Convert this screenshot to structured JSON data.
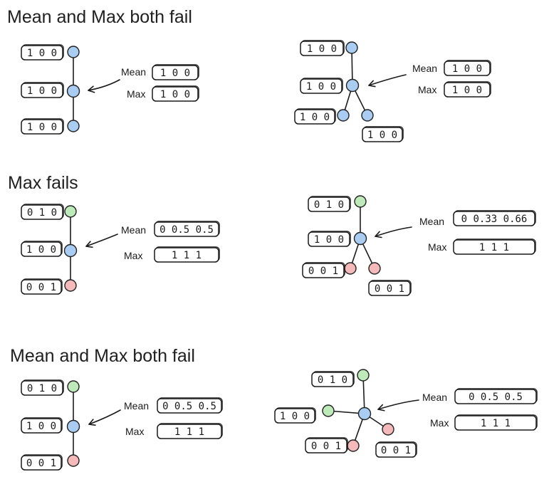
{
  "sections": [
    {
      "title": "Mean and Max both fail"
    },
    {
      "title": "Max fails"
    },
    {
      "title": "Mean and Max both fail"
    }
  ],
  "labels": {
    "mean": "Mean",
    "max": "Max"
  },
  "colors": {
    "blue": "#a9cdf2",
    "green": "#bdeab8",
    "red": "#f5b9b9"
  },
  "graphs": [
    {
      "neighbors": [
        "1 0 0",
        "1 0 0"
      ],
      "center": "1 0 0",
      "mean": "1 0 0",
      "max": "1 0 0"
    },
    {
      "neighbors": [
        "1 0 0",
        "1 0 0",
        "1 0 0"
      ],
      "center": "1 0 0",
      "mean": "1 0 0",
      "max": "1 0 0"
    },
    {
      "neighbors": [
        "0 1 0",
        "0 0 1"
      ],
      "center": "1 0 0",
      "mean": "0 0.5 0.5",
      "max": "1 1 1"
    },
    {
      "neighbors": [
        "0 1 0",
        "0 0 1",
        "0 0 1"
      ],
      "center": "1 0 0",
      "mean": "0 0.33 0.66",
      "max": "1 1 1"
    },
    {
      "neighbors": [
        "0 1 0",
        "0 0 1"
      ],
      "center": "1 0 0",
      "mean": "0 0.5 0.5",
      "max": "1 1 1"
    },
    {
      "neighbors": [
        "0 1 0",
        "1 0 0",
        "0 0 1",
        "0 0 1"
      ],
      "center": "1 0 0",
      "mean": "0 0.5 0.5",
      "max": "1 1 1"
    }
  ]
}
